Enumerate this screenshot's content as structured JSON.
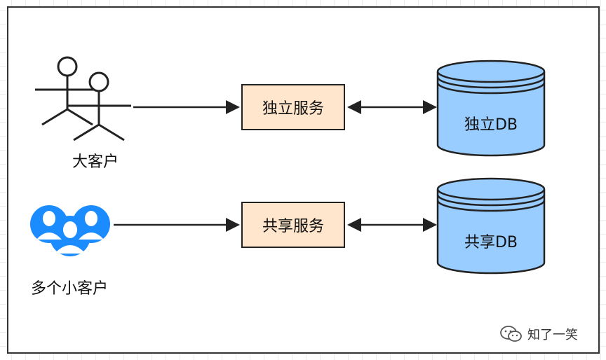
{
  "nodes": {
    "big_customer_label": "大客户",
    "small_customers_label": "多个小客户",
    "dedicated_service_label": "独立服务",
    "shared_service_label": "共享服务",
    "dedicated_db_label": "独立DB",
    "shared_db_label": "共享DB"
  },
  "watermark": {
    "text": "知了一笑",
    "icon": "wechat-icon"
  },
  "colors": {
    "service_fill": "#ffe6cc",
    "db_fill": "#99ccff",
    "user_group_blue": "#1a8cff",
    "stroke": "#222222"
  }
}
